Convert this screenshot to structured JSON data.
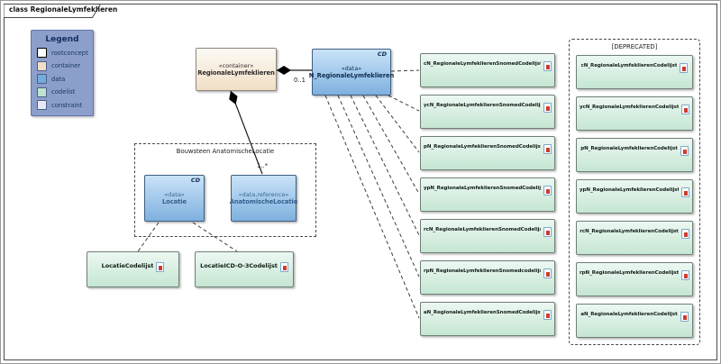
{
  "frame": {
    "label": "class RegionaleLymfeklieren"
  },
  "legend": {
    "title": "Legend",
    "items": [
      {
        "label": "rootconcept"
      },
      {
        "label": "container"
      },
      {
        "label": "data"
      },
      {
        "label": "codelist"
      },
      {
        "label": "constraint"
      }
    ]
  },
  "nodes": {
    "container": {
      "stereotype": "«container»",
      "name": "RegionaleLymfeklieren"
    },
    "n_data": {
      "tag": "CD",
      "stereotype": "«data»",
      "name": "N_RegionaleLymfeklieren"
    },
    "bouwsteen_group": {
      "label": "Bouwsteen AnatomischeLocatie"
    },
    "locatie": {
      "tag": "CD",
      "stereotype": "«data»",
      "name": "Locatie"
    },
    "anatomische_locatie": {
      "stereotype": "«data,reference»",
      "name": "AnatomischeLocatie"
    },
    "locatie_codelist": {
      "name": "LocatieCodelijst"
    },
    "locatie_icdo3_codelist": {
      "name": "LocatieICD-O-3Codelijst"
    }
  },
  "relations": {
    "container_to_n_multiplicity": "0..1",
    "container_to_anatomische_multiplicity": "1..*"
  },
  "snomed_codelists": [
    "cN_RegionaleLymfeklierenSnomedCodelijst",
    "ycN_RegionaleLymfeklierenSnomedCodelijst",
    "pN_RegionaleLymfeklierenSnomedCodelijst",
    "ypN_RegionaleLymfeklierenSnomedCodelijst",
    "rcN_RegionaleLymfeklierenSnomedCodelijst",
    "rpN_RegionaleLymfeklierenSnomedcodelijst",
    "aN_RegionaleLymfeklierenSnomedCodelijst"
  ],
  "deprecated": {
    "label": "[DEPRECATED]",
    "codelists": [
      "cN_RegionaleLymfeklierenCodelijst",
      "ycN_RegionaleLymfeklierenCodelijst",
      "pN_RegionaleLymfeklierenCodelijst",
      "ypN_RegionaleLymfeklierenCodelijst",
      "rcN_RegionaleLymfeklierenCodelijst",
      "rpN_RegionaleLymfeklierenCodelijst",
      "aN_RegionaleLymfeklierenCodelijst"
    ]
  },
  "colors": {
    "data_fill": "#74ace0",
    "container_fill": "#f2dec8",
    "codelist_fill": "#bfe3ce",
    "constraint_fill": "#e8e9f8",
    "rootconcept_fill": "#ffffff",
    "legend_background": "#8c9fcb"
  }
}
